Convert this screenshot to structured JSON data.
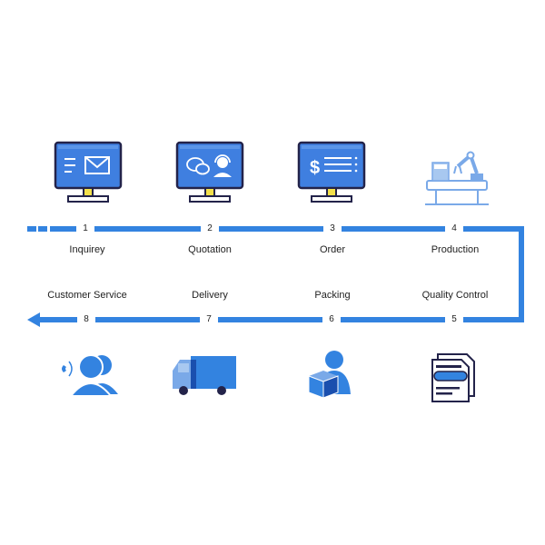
{
  "colors": {
    "accent": "#3383e0",
    "navy": "#23234a",
    "screen": "#3f7fe0",
    "light_blue": "#a8c8f0",
    "yellow": "#f3e04a",
    "white": "#ffffff"
  },
  "top_steps": [
    {
      "number": "1",
      "label": "Inquirey",
      "icon": "monitor-mail-icon"
    },
    {
      "number": "2",
      "label": "Quotation",
      "icon": "monitor-support-icon"
    },
    {
      "number": "3",
      "label": "Order",
      "icon": "monitor-invoice-icon"
    },
    {
      "number": "4",
      "label": "Production",
      "icon": "robot-arm-conveyor-icon"
    }
  ],
  "bottom_steps": [
    {
      "number": "8",
      "label": "Customer Service",
      "icon": "customer-service-icon"
    },
    {
      "number": "7",
      "label": "Delivery",
      "icon": "delivery-truck-icon"
    },
    {
      "number": "6",
      "label": "Packing",
      "icon": "packing-person-icon"
    },
    {
      "number": "5",
      "label": "Quality Control",
      "icon": "quality-document-icon"
    }
  ]
}
